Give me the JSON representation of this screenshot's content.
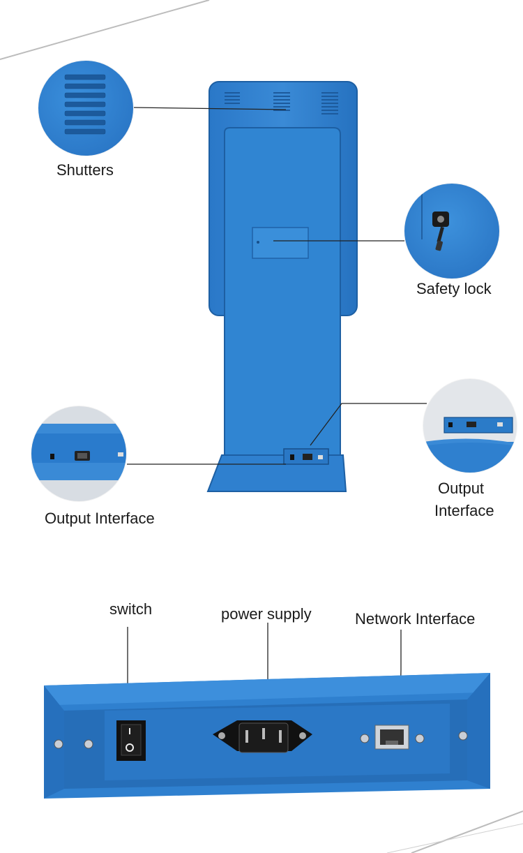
{
  "labels": {
    "shutters": "Shutters",
    "safety_lock": "Safety lock",
    "output_interface_left": "Output Interface",
    "output_interface_right_line1": "Output",
    "output_interface_right_line2": "Interface",
    "switch": "switch",
    "power_supply": "power supply",
    "network_interface": "Network Interface"
  },
  "colors": {
    "kiosk_blue": "#2d7fd0",
    "kiosk_blue_dark": "#1f66ad",
    "kiosk_blue_light": "#3d8fdc",
    "leader_line": "#222222"
  },
  "icons": [
    "shutter-vents",
    "lock-with-key",
    "rocker-switch",
    "iec-power-socket",
    "rj45-port",
    "screw"
  ]
}
